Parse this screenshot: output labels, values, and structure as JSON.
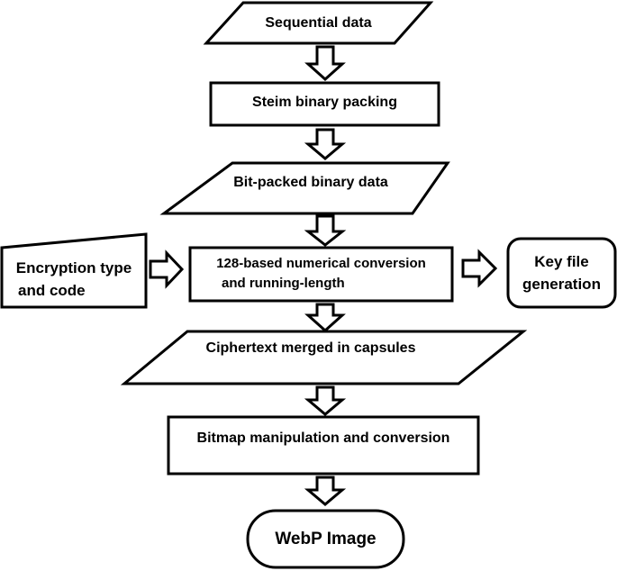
{
  "nodes": {
    "sequential_data": "Sequential data",
    "steim_packing": "Steim binary packing",
    "bit_packed": "Bit-packed binary data",
    "encryption_line1": "Encryption type",
    "encryption_line2": "and code",
    "conversion_line1": "128-based numerical conversion",
    "conversion_line2": "and running-length",
    "keyfile_line1": "Key file",
    "keyfile_line2": "generation",
    "ciphertext": "Ciphertext merged in capsules",
    "bitmap": "Bitmap manipulation and conversion",
    "webp": "WebP Image"
  },
  "colors": {
    "stroke": "#000000",
    "fill": "#ffffff",
    "text": "#000000"
  }
}
